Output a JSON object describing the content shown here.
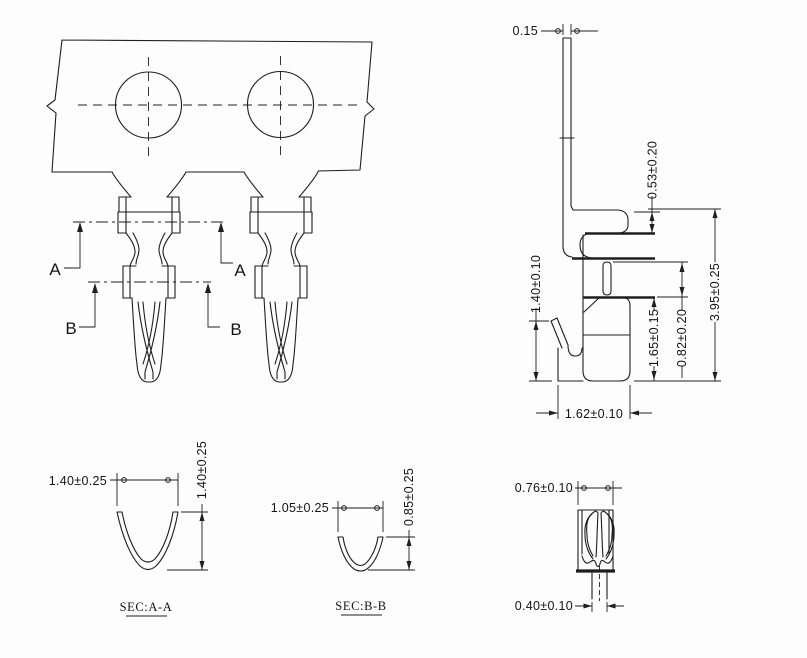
{
  "drawing": {
    "front_view": {
      "section_a_label": "A",
      "section_b_label": "B"
    },
    "side_view": {
      "thickness": "0.15",
      "wing_height": "0.53±0.20",
      "tab_height": "0.82±0.20",
      "contact_height": "1.65±0.15",
      "overall_height": "3.95±0.25",
      "beam_height": "1.40±0.10",
      "base_width": "1.62±0.10"
    },
    "section_aa": {
      "title": "SEC:A-A",
      "width": "1.40±0.25",
      "depth": "1.40±0.25"
    },
    "section_bb": {
      "title": "SEC:B-B",
      "width": "1.05±0.25",
      "depth": "0.85±0.25"
    },
    "tip_view": {
      "width": "0.76±0.10",
      "tail_width": "0.40±0.10"
    }
  }
}
